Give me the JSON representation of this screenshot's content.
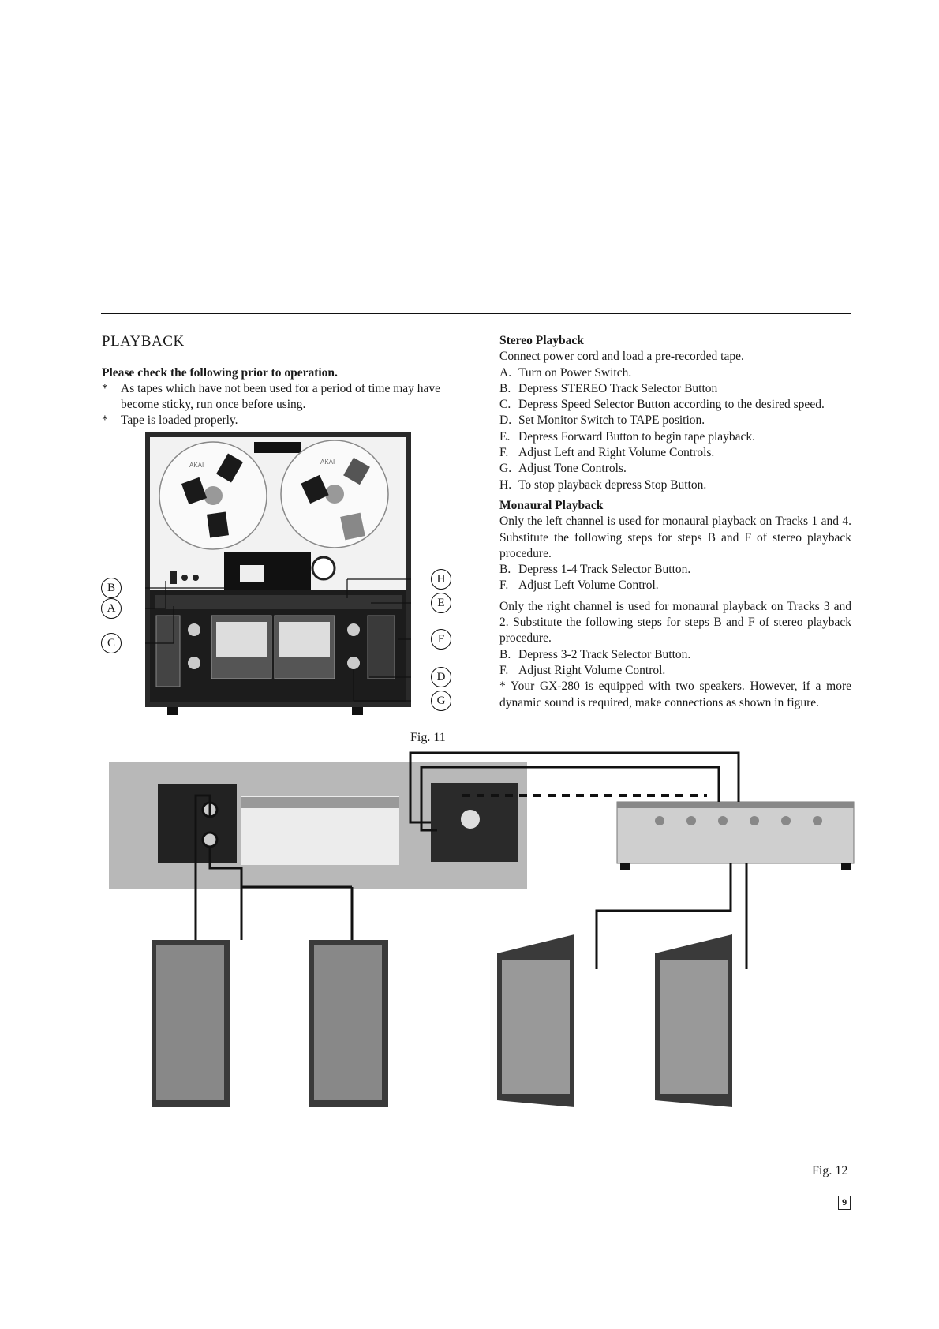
{
  "heading": "PLAYBACK",
  "prechecks": {
    "title": "Please check the following prior to operation.",
    "items": [
      {
        "marker": "*",
        "text": "As tapes which have not been used for a period of time may have become sticky, run once before using."
      },
      {
        "marker": "*",
        "text": "Tape is loaded properly."
      }
    ]
  },
  "figures": {
    "fig11_label": "Fig. 11",
    "fig12_label": "Fig. 12",
    "fig11_callouts": [
      "B",
      "A",
      "C",
      "H",
      "E",
      "F",
      "D",
      "G"
    ],
    "deck_brand": "AKAI"
  },
  "stereo": {
    "title": "Stereo Playback",
    "intro": "Connect power cord and load a pre-recorded tape.",
    "steps": [
      {
        "key": "A.",
        "text": "Turn on Power Switch."
      },
      {
        "key": "B.",
        "text": "Depress STEREO Track Selector Button"
      },
      {
        "key": "C.",
        "text": "Depress Speed Selector Button according to the desired speed."
      },
      {
        "key": "D.",
        "text": "Set Monitor Switch to TAPE position."
      },
      {
        "key": "E.",
        "text": "Depress Forward Button to begin tape playback."
      },
      {
        "key": "F.",
        "text": "Adjust Left and Right Volume Controls."
      },
      {
        "key": "G.",
        "text": "Adjust Tone Controls."
      },
      {
        "key": "H.",
        "text": "To stop playback depress Stop Button."
      }
    ]
  },
  "monaural": {
    "title": "Monaural Playback",
    "para1": "Only the left channel is used for monaural playback on Tracks 1 and 4. Substitute the following steps for steps B and F of stereo playback procedure.",
    "steps1": [
      {
        "key": "B.",
        "text": "Depress 1-4 Track Selector Button."
      },
      {
        "key": "F.",
        "text": "Adjust Left Volume Control."
      }
    ],
    "para2": "Only the right channel is used for monaural playback on Tracks 3 and 2. Substitute the following steps for steps B and F of stereo playback procedure.",
    "steps2": [
      {
        "key": "B.",
        "text": "Depress 3-2 Track Selector Button."
      },
      {
        "key": "F.",
        "text": "Adjust Right Volume Control."
      }
    ],
    "note": "* Your GX-280 is equipped with two speakers. However, if a more dynamic sound is required, make connections as shown in figure."
  },
  "page_number": "9"
}
